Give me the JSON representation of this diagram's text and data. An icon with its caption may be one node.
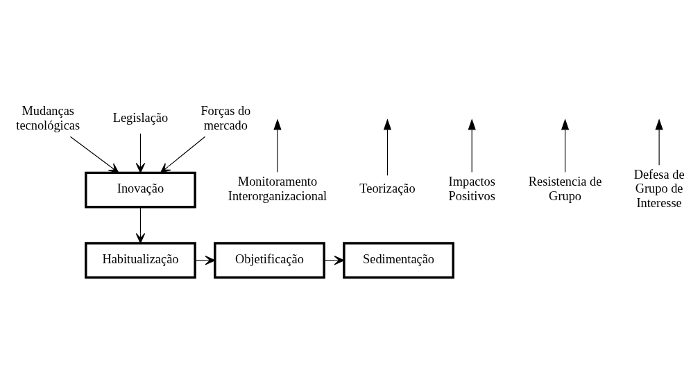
{
  "diagram": {
    "nodes": [
      {
        "text": [
          "Mudanças tecnológicas"
        ]
      },
      {
        "text": [
          "Legislação"
        ]
      },
      {
        "text": [
          "Forças do mercado"
        ]
      },
      {
        "text": [
          "Inovação"
        ]
      },
      {
        "text": [
          "Habitualização"
        ]
      },
      {
        "text": [
          "Objetificação"
        ]
      },
      {
        "text": [
          "Sedimentação"
        ]
      },
      {
        "text": [
          "Monitoramento Interorganizacional"
        ]
      },
      {
        "text": [
          "Teorização"
        ]
      },
      {
        "text": [
          "Impactos Positivos"
        ]
      },
      {
        "text": [
          "Resistencia de Grupo"
        ]
      },
      {
        "text": [
          "Defesa de Grupo de Interesse"
        ]
      }
    ],
    "edges": [
      {
        "from": 0,
        "to": 3,
        "arrow": "to"
      },
      {
        "from": 1,
        "to": 3,
        "arrow": "to"
      },
      {
        "from": 2,
        "to": 3,
        "arrow": "to"
      },
      {
        "from": 3,
        "to": 4,
        "arrow": "to"
      },
      {
        "from": 4,
        "to": 5,
        "arrow": "to"
      },
      {
        "from": 5,
        "to": 6,
        "arrow": "to"
      },
      {
        "from": 7,
        "to": null,
        "arrow": "to"
      },
      {
        "from": 8,
        "to": null,
        "arrow": "to"
      },
      {
        "from": 9,
        "to": null,
        "arrow": "to"
      },
      {
        "from": 10,
        "to": null,
        "arrow": "to"
      },
      {
        "from": 11,
        "to": null,
        "arrow": "to"
      }
    ]
  }
}
